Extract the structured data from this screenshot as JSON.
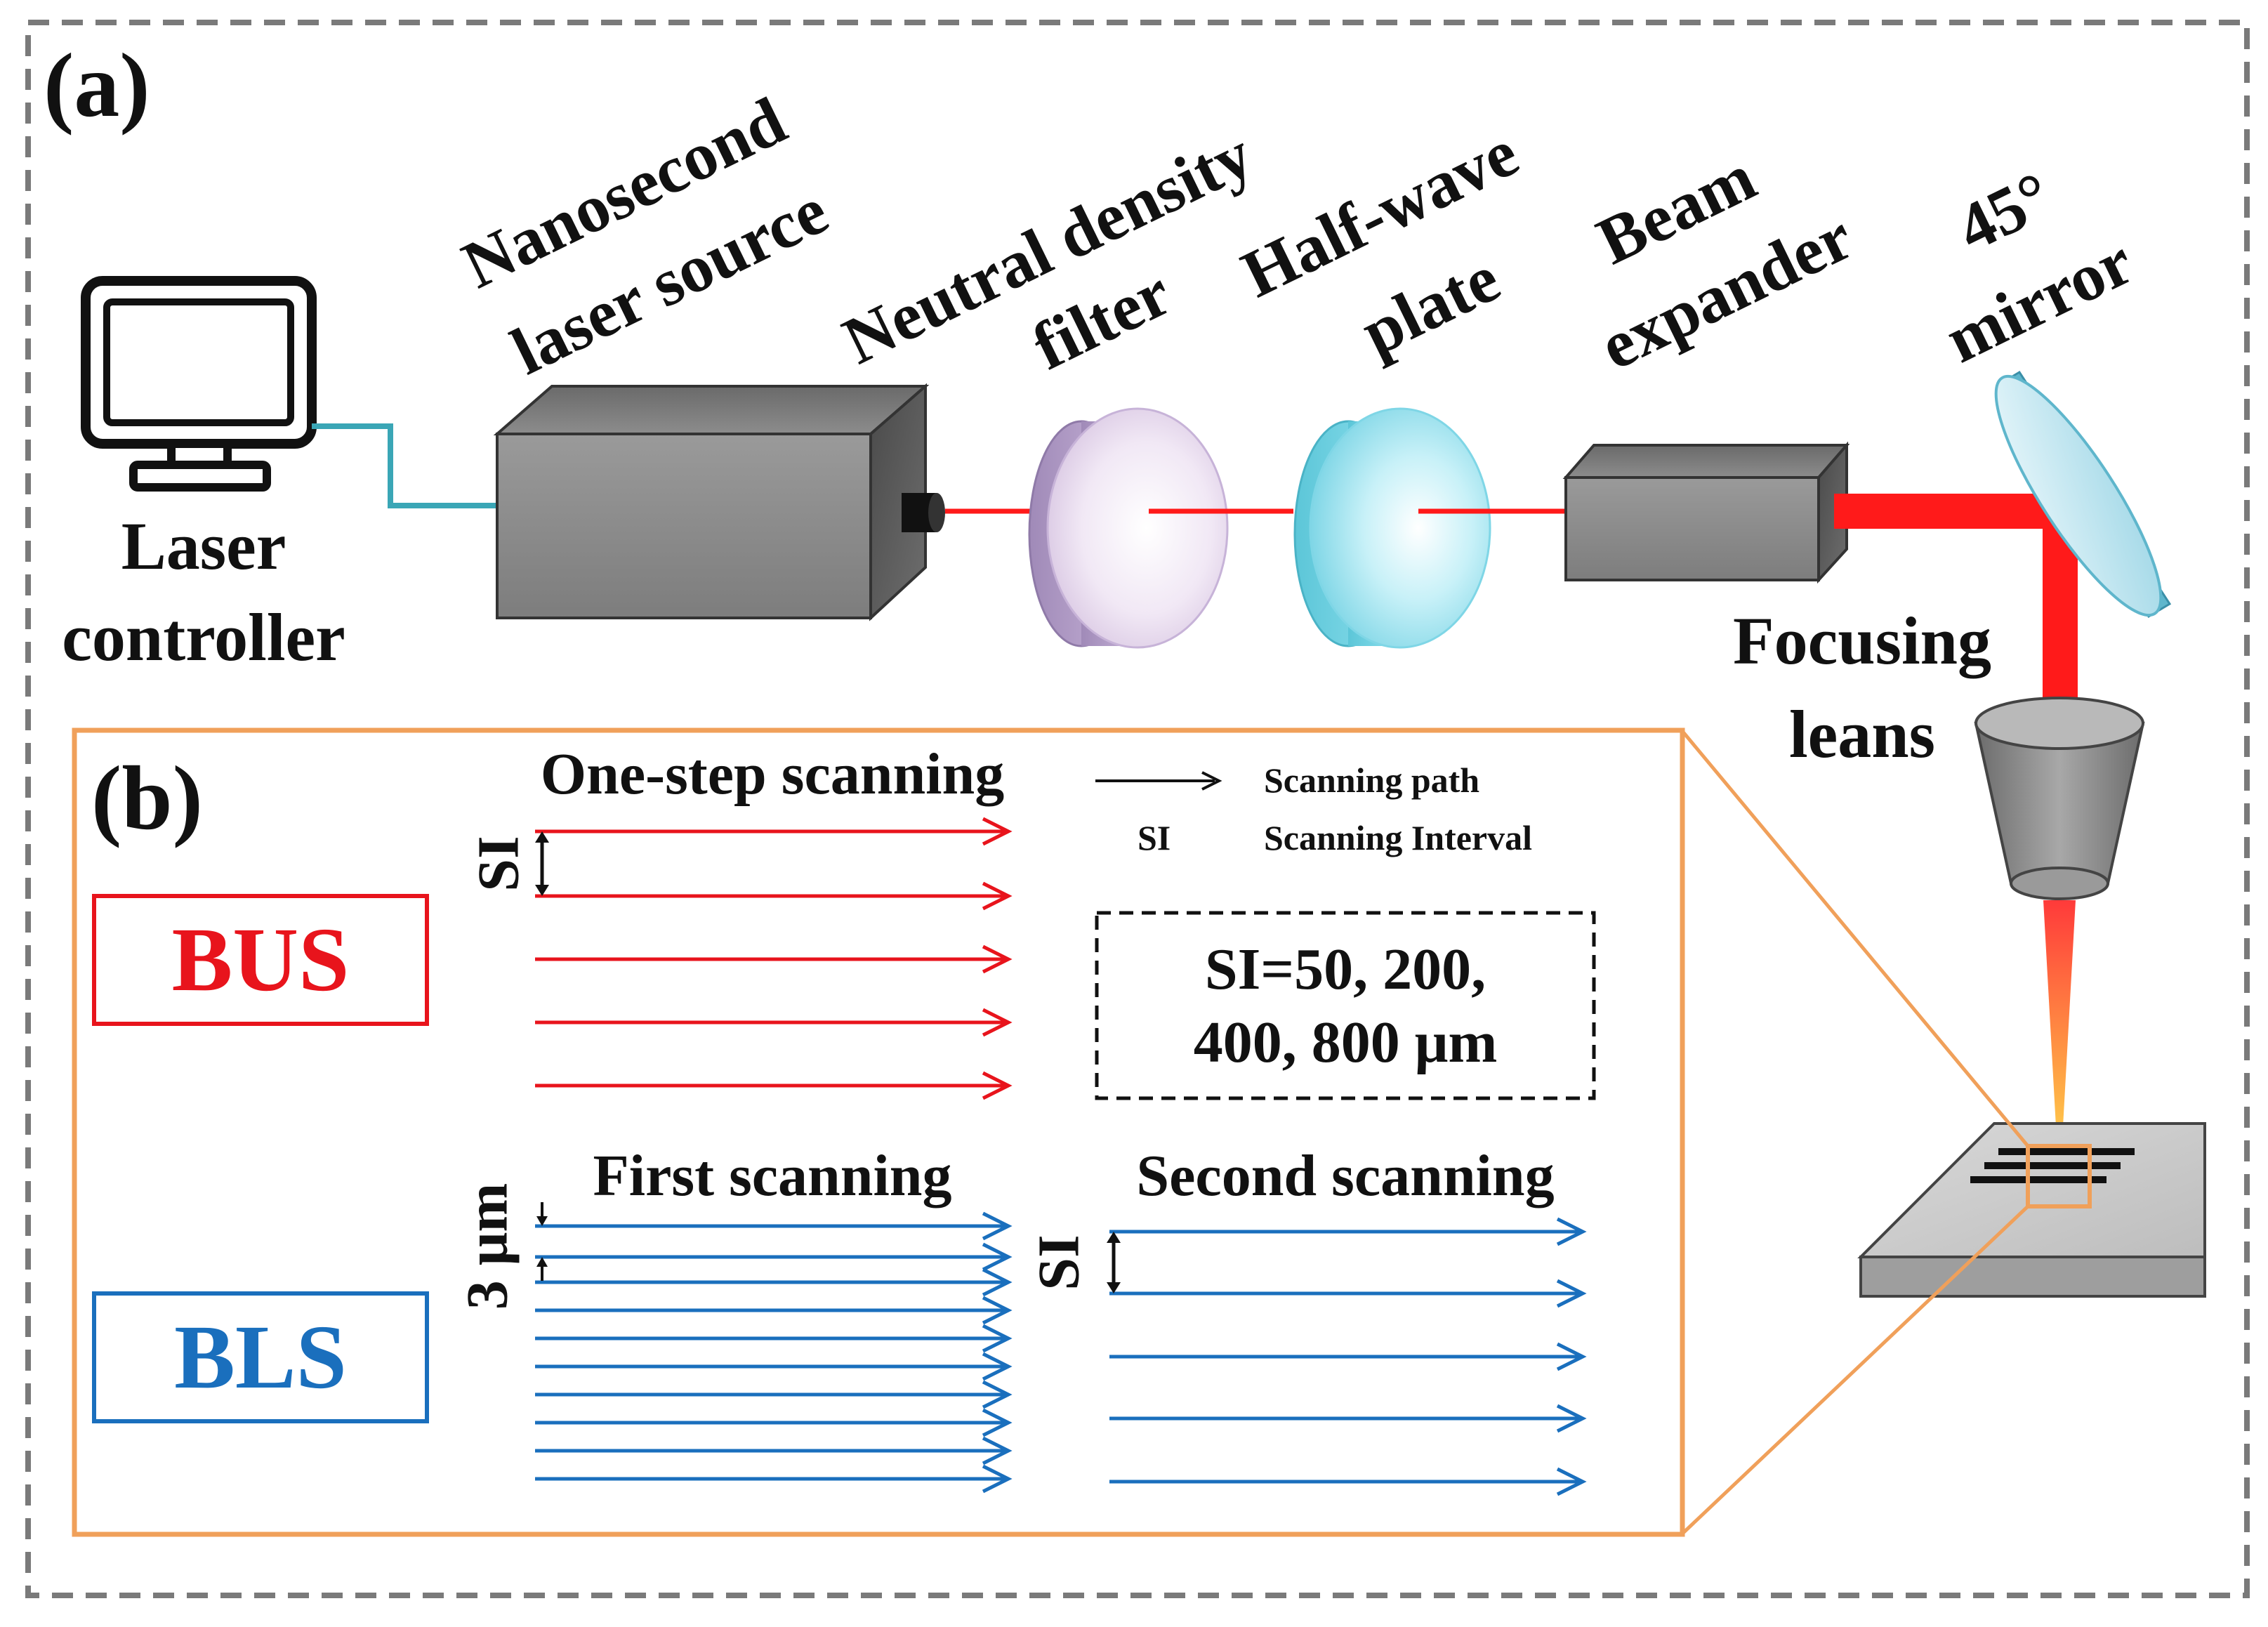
{
  "panel_a": {
    "label": "(a)",
    "laser_controller": [
      "Laser",
      "controller"
    ],
    "nanosecond_laser_source": [
      "Nanosecond",
      "laser source"
    ],
    "neutral_density_filter": [
      "Neutral density",
      "filter"
    ],
    "half_wave_plate": [
      "Half-wave",
      "plate"
    ],
    "beam_expander": [
      "Beam",
      "expander"
    ],
    "mirror_45": [
      "45°",
      "mirror"
    ],
    "focusing_lens": [
      "Focusing",
      "leans"
    ]
  },
  "panel_b": {
    "label": "(b)",
    "bus_label": "BUS",
    "bls_label": "BLS",
    "one_step_title": "One-step scanning",
    "first_scan_title": "First scanning",
    "second_scan_title": "Second scanning",
    "si_label": "SI",
    "three_um_label": "3 μm",
    "legend": {
      "path_label": "Scanning path",
      "si_key": "SI",
      "si_desc": "Scanning Interval"
    },
    "si_values": [
      "SI=50, 200,",
      "400, 800 μm"
    ]
  },
  "colors": {
    "bus_red": "#e8141c",
    "bls_blue": "#1a6fbd",
    "frame_orange": "#f0a05a",
    "beam_red": "#ff1a1a",
    "cable_teal": "#3aa6b6",
    "box_gray": "#8a8a8a"
  },
  "icons": [
    "monitor-icon",
    "arrow-right-icon",
    "double-arrow-icon"
  ]
}
